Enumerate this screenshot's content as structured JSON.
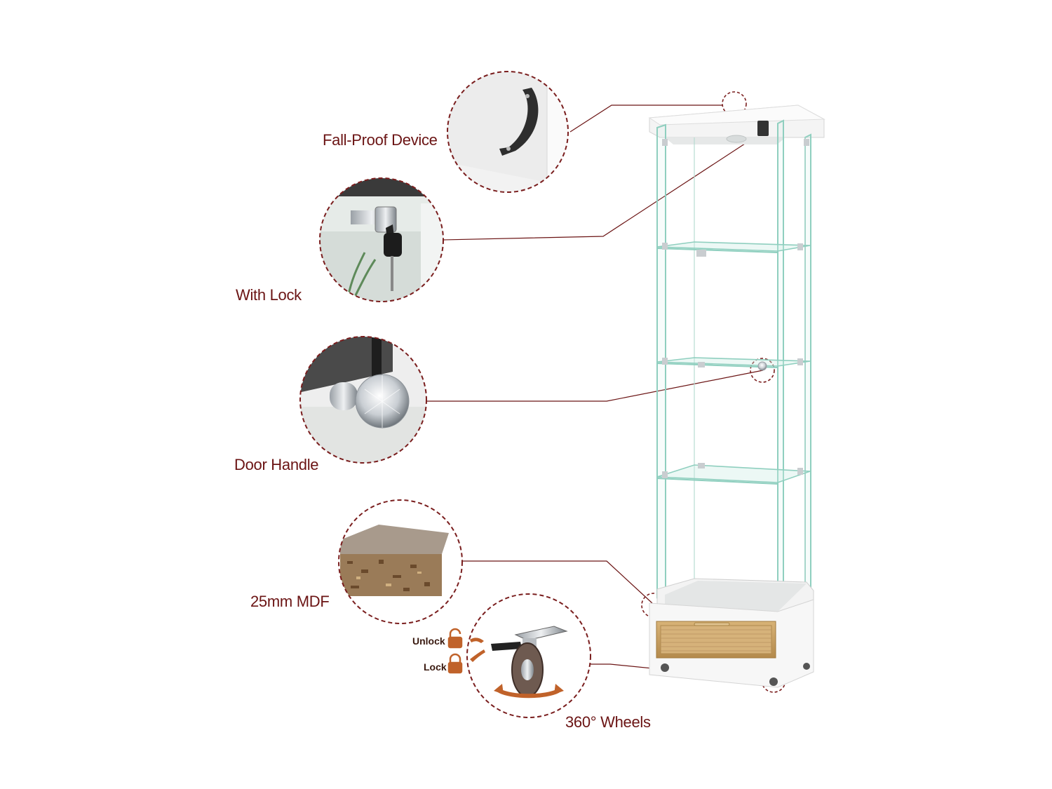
{
  "features": {
    "fall_proof": "Fall-Proof Device",
    "lock": "With Lock",
    "handle": "Door Handle",
    "mdf": "25mm MDF",
    "wheels": "360° Wheels"
  },
  "wheel_modes": {
    "unlock": "Unlock",
    "lock": "Lock"
  },
  "colors": {
    "accent": "#6b1414",
    "dashed_ring": "#7a1e1e",
    "glass": "#8fcfbf",
    "wood": "#c8a062",
    "arrow": "#c0622a"
  },
  "icons": [
    "padlock-open-icon",
    "padlock-closed-icon",
    "rotate-arrow-icon"
  ]
}
